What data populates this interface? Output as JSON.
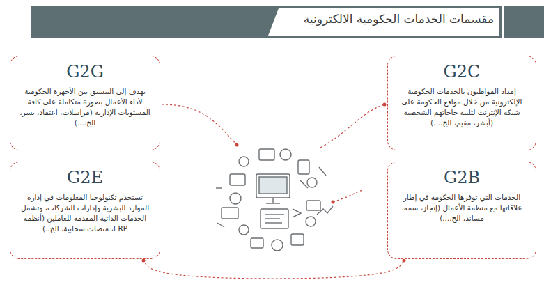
{
  "diagram": {
    "title": "مقسمات الخدمات الحكومية الالكترونية",
    "nodes": [
      {
        "text": [
          "G2C",
          "إمداد المواطنون بالخدمات الحكومية الإلكترونية من خلال مواقع الحكومة على شبكة الإنترنت لتلبية حاجاتهم الشخصية (أبشر، مقيم، الخ....)"
        ]
      },
      {
        "text": [
          "G2G",
          "تهدف إلى التنسيق بين الأجهزة الحكومية لأداء الأعمال بصورة متكاملة على كافة المستويات الإدارية (مراسلات، اعتماد، يسر، الخ....)"
        ]
      },
      {
        "text": [
          "G2B",
          "الخدمات التي توفرها الحكومة في إطار علاقاتها مع منظمة الأعمال (إنجاز، سمه، مساند، الخ....)"
        ]
      },
      {
        "text": [
          "G2E",
          "تستخدم تكنولوجيا المعلومات في إدارة الموارد البشرية وإدارات الشركات، وتشمل الخدمات الذاتية المقدمة للعاملين (أنظمة ERP، منصات سحابية، الخ..)"
        ]
      }
    ],
    "edges": [
      {
        "from": 3,
        "to": 2,
        "arrow": "none"
      }
    ]
  }
}
